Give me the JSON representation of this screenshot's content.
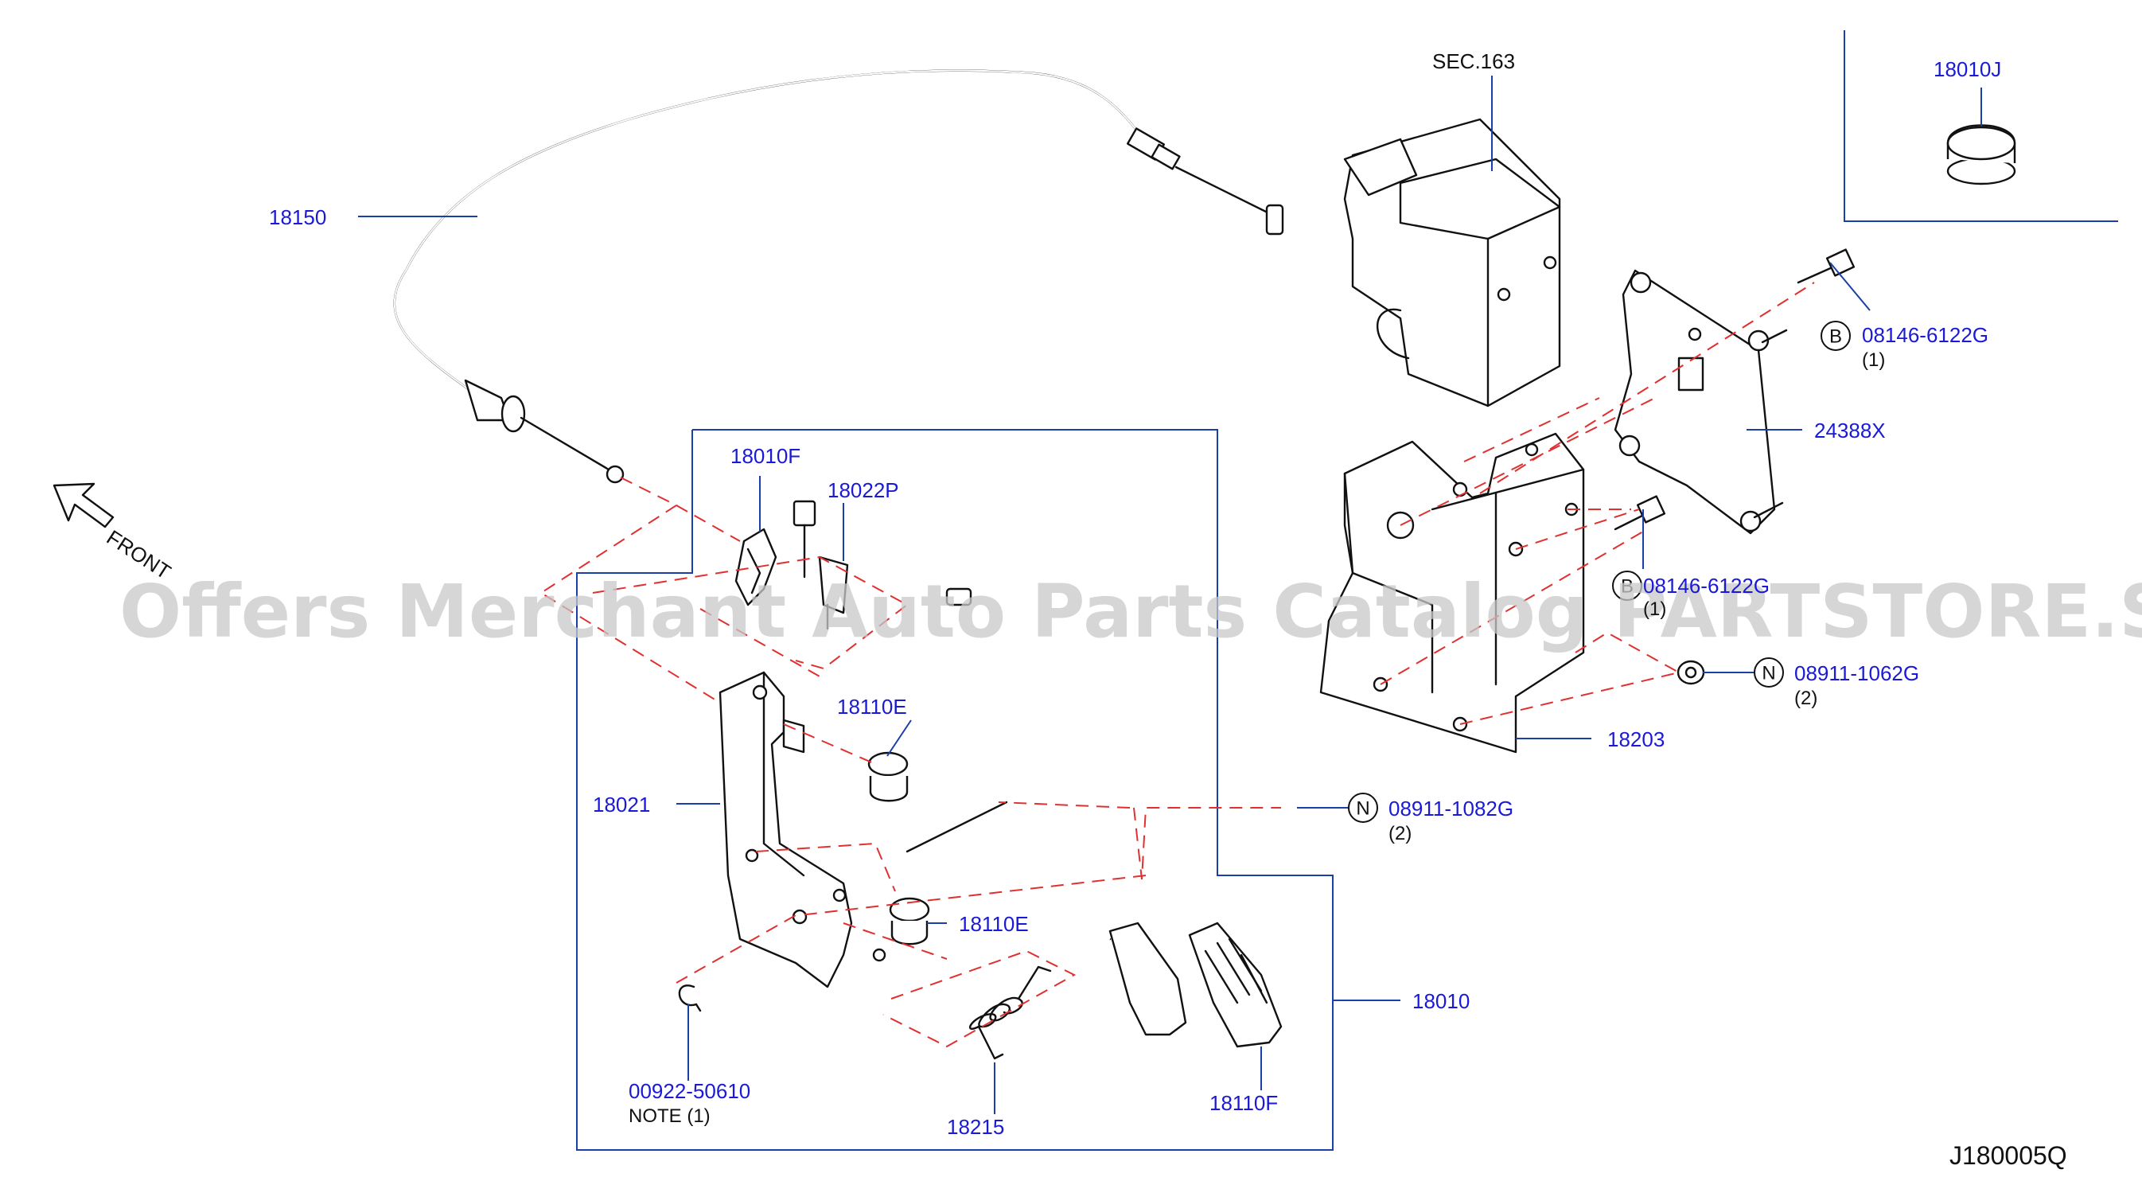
{
  "watermark": "Offers Merchant Auto Parts Catalog PARTSTORE.SA",
  "diagram_code": "J180005Q",
  "front_label": "FRONT",
  "section_ref": "SEC.163",
  "parts": {
    "cable": "18150",
    "grommet_top": "18010J",
    "bolt_b": "08146-6122G",
    "bolt_b_qty": "(1)",
    "bolt_b_badge": "B",
    "plate": "24388X",
    "bolt_b2": "08146-6122G",
    "bolt_b2_qty": "(1)",
    "bolt_b2_badge": "B",
    "nut_top": "08911-1062G",
    "nut_top_qty": "(2)",
    "nut_top_badge": "N",
    "bracket_main": "18203",
    "clip": "18010F",
    "switch": "18022P",
    "stopper_upper": "18110E",
    "lever_bracket": "18021",
    "nut_lower": "08911-1082G",
    "nut_lower_qty": "(2)",
    "nut_lower_badge": "N",
    "stopper_lower": "18110E",
    "pedal_assy": "18010",
    "snap_ring": "00922-50610",
    "note": "NOTE  (1)",
    "spring": "18215",
    "pad": "18110F"
  }
}
